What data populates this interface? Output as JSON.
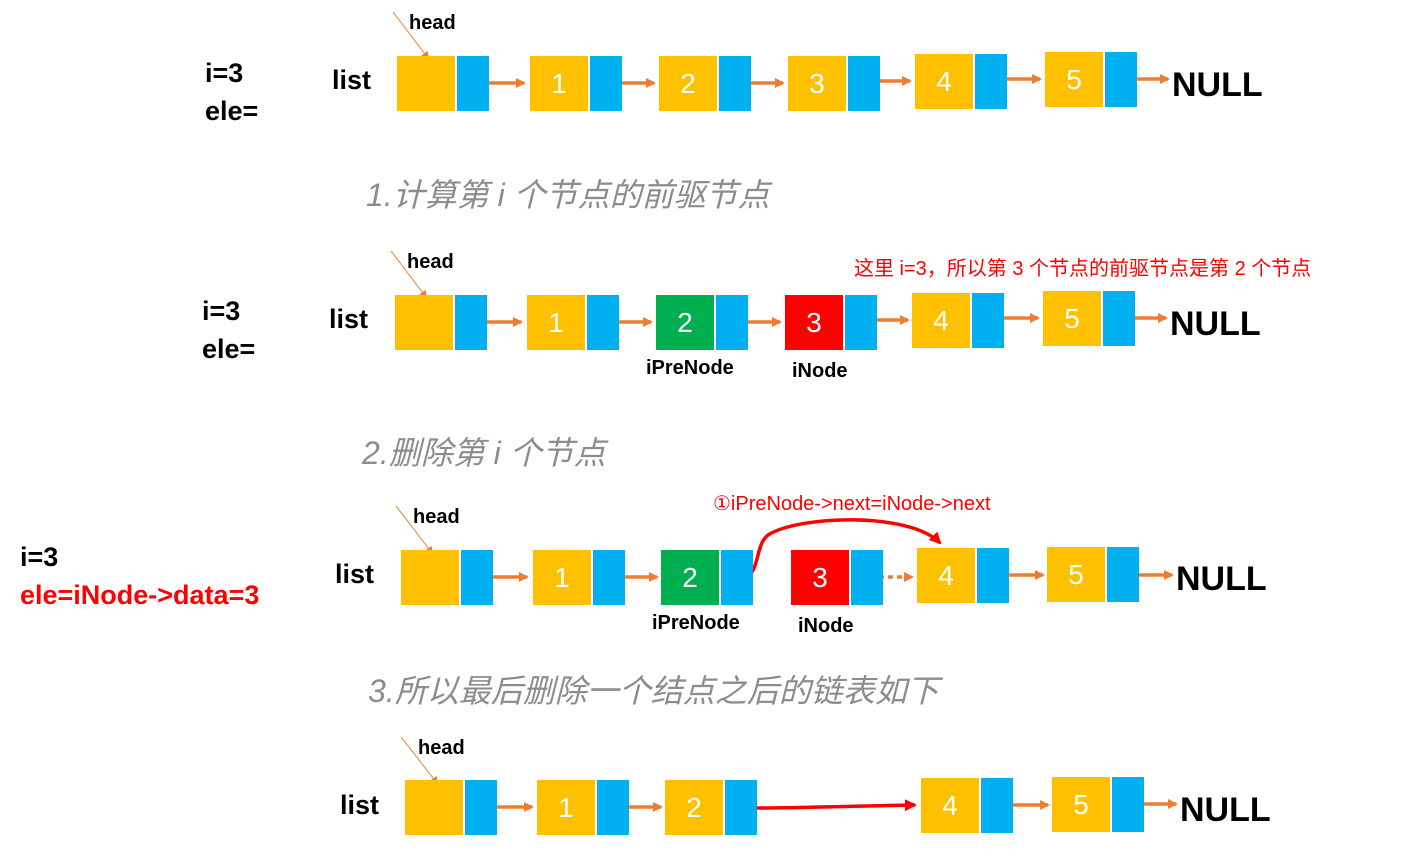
{
  "colors": {
    "data_cell": "#ffc000",
    "next_cell": "#00b0f0",
    "pre_node": "#00b050",
    "target_node": "#ff0000",
    "arrow": "#ed7d31",
    "annotation": "#ff0000",
    "step_text": "#8c8c8c"
  },
  "rows": [
    {
      "vars": {
        "i": "i=3",
        "ele": "ele="
      },
      "list_label": "list",
      "head_label": "head",
      "nodes": [
        "1",
        "2",
        "3",
        "4",
        "5"
      ],
      "null_label": "NULL"
    },
    {
      "vars": {
        "i": "i=3",
        "ele": "ele="
      },
      "list_label": "list",
      "head_label": "head",
      "nodes": [
        "1",
        "2",
        "3",
        "4",
        "5"
      ],
      "null_label": "NULL",
      "pointer_labels": {
        "pre": "iPreNode",
        "cur": "iNode"
      },
      "note": "这里 i=3，所以第 3 个节点的前驱节点是第 2 个节点"
    },
    {
      "vars": {
        "i": "i=3",
        "ele": "ele=iNode->data=3"
      },
      "list_label": "list",
      "head_label": "head",
      "nodes": [
        "1",
        "2",
        "3",
        "4",
        "5"
      ],
      "null_label": "NULL",
      "pointer_labels": {
        "pre": "iPreNode",
        "cur": "iNode"
      },
      "note": "①iPreNode->next=iNode->next"
    },
    {
      "list_label": "list",
      "head_label": "head",
      "nodes": [
        "1",
        "2",
        "4",
        "5"
      ],
      "null_label": "NULL"
    }
  ],
  "steps": [
    "1.计算第 i 个节点的前驱节点",
    "2.删除第 i 个节点",
    "3.所以最后删除一个结点之后的链表如下"
  ]
}
